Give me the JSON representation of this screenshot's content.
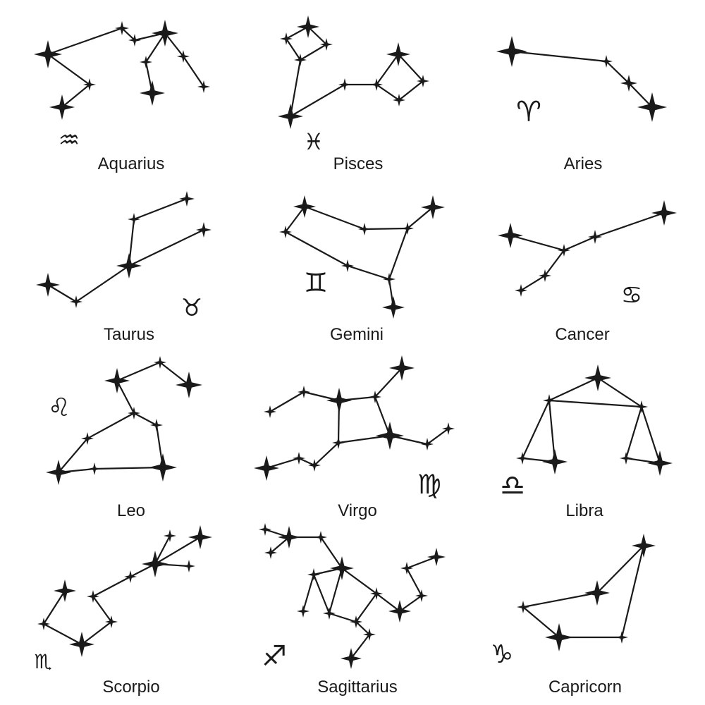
{
  "colors": {
    "ink": "#1a1a1a",
    "background": "#ffffff"
  },
  "constellations": [
    {
      "id": "aquarius",
      "name": "Aquarius",
      "symbol": "♒"
    },
    {
      "id": "pisces",
      "name": "Pisces",
      "symbol": "♓"
    },
    {
      "id": "aries",
      "name": "Aries",
      "symbol": "♈"
    },
    {
      "id": "taurus",
      "name": "Taurus",
      "symbol": "♉"
    },
    {
      "id": "gemini",
      "name": "Gemini",
      "symbol": "♊"
    },
    {
      "id": "cancer",
      "name": "Cancer",
      "symbol": "♋"
    },
    {
      "id": "leo",
      "name": "Leo",
      "symbol": "♌"
    },
    {
      "id": "virgo",
      "name": "Virgo",
      "symbol": "♍"
    },
    {
      "id": "libra",
      "name": "Libra",
      "symbol": "♎"
    },
    {
      "id": "scorpio",
      "name": "Scorpio",
      "symbol": "♏"
    },
    {
      "id": "sagittarius",
      "name": "Sagittarius",
      "symbol": "♐"
    },
    {
      "id": "capricorn",
      "name": "Capricorn",
      "symbol": "♑"
    }
  ]
}
